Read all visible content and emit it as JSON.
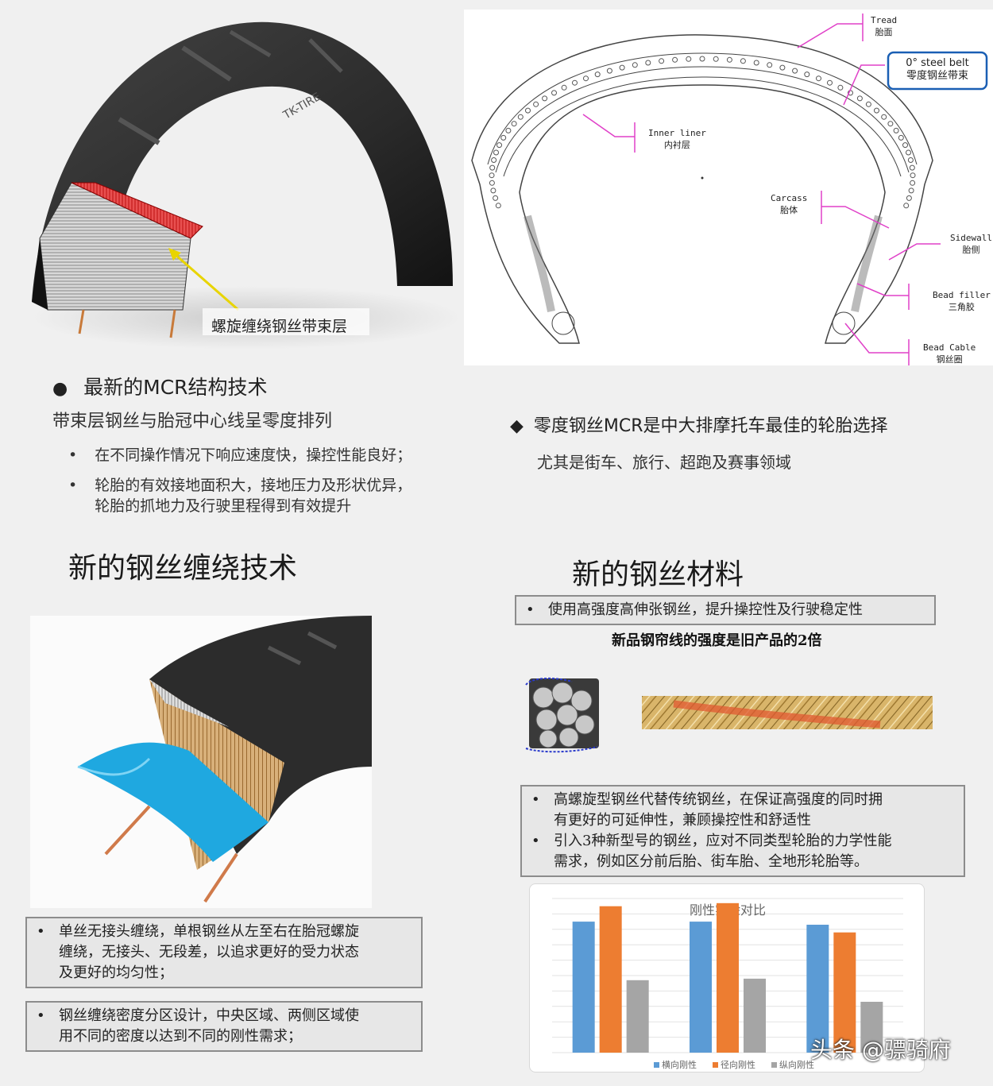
{
  "tire1": {
    "brand": "TK-TIRE",
    "callout": "螺旋缠绕钢丝带束层"
  },
  "diagram": {
    "labels": [
      {
        "en": "Tread",
        "zh": "胎面"
      },
      {
        "en": "0°  steel belt",
        "zh": "零度钢丝带束"
      },
      {
        "en": "Inner liner",
        "zh": "内衬层"
      },
      {
        "en": "Carcass",
        "zh": "胎体"
      },
      {
        "en": "Sidewall",
        "zh": "胎侧"
      },
      {
        "en": "Bead filler",
        "zh": "三角胶"
      },
      {
        "en": "Bead Cable",
        "zh": "钢丝圈"
      }
    ]
  },
  "mcr": {
    "bullet": "●",
    "heading": "最新的MCR结构技术",
    "sub": "带束层钢丝与胎冠中心线呈零度排列",
    "items": [
      "在不同操作情况下响应速度快，操控性能良好；",
      "轮胎的有效接地面积大，接地压力及形状优异，",
      "轮胎的抓地力及行驶里程得到有效提升"
    ]
  },
  "right": {
    "bullet": "◆",
    "heading": "零度钢丝MCR是中大排摩托车最佳的轮胎选择",
    "sub": "尤其是街车、旅行、超跑及赛事领域"
  },
  "titles": {
    "winding": "新的钢丝缠绕技术",
    "material": "新的钢丝材料"
  },
  "material": {
    "box1": "使用高强度高伸张钢丝，提升操控性及行驶稳定性",
    "note": "新品钢帘线的强度是旧产品的2倍",
    "box2_item1_l1": "高螺旋型钢丝代替传统钢丝，在保证高强度的同时拥",
    "box2_item1_l2": "有更好的可延伸性，兼顾操控性和舒适性",
    "box2_item2_l1": "引入3种新型号的钢丝，应对不同类型轮胎的力学性能",
    "box2_item2_l2": "需求，例如区分前后胎、街车胎、全地形轮胎等。"
  },
  "winding": {
    "box1_l1": "单丝无接头缠绕，单根钢丝从左至右在胎冠螺旋",
    "box1_l2": "缠绕，无接头、无段差，以追求更好的受力状态",
    "box1_l3": "及更好的均匀性；",
    "box2_l1": "钢丝缠绕密度分区设计，中央区域、两侧区域使",
    "box2_l2": "用不同的密度以达到不同的刚性需求；"
  },
  "bullet_small": "•",
  "chart_data": {
    "type": "bar",
    "title": "刚性实验对比",
    "categories": [
      "",
      "",
      ""
    ],
    "series": [
      {
        "name": "横向刚性",
        "color": "#5b9bd5",
        "values": [
          85,
          85,
          83
        ]
      },
      {
        "name": "径向刚性",
        "color": "#ed7d31",
        "values": [
          95,
          97,
          78
        ]
      },
      {
        "name": "纵向刚性",
        "color": "#a5a5a5",
        "values": [
          47,
          48,
          33
        ]
      }
    ],
    "ylim": [
      0,
      100
    ],
    "grid": true,
    "legend": "bottom"
  },
  "watermark": "头条 @骠骑府"
}
